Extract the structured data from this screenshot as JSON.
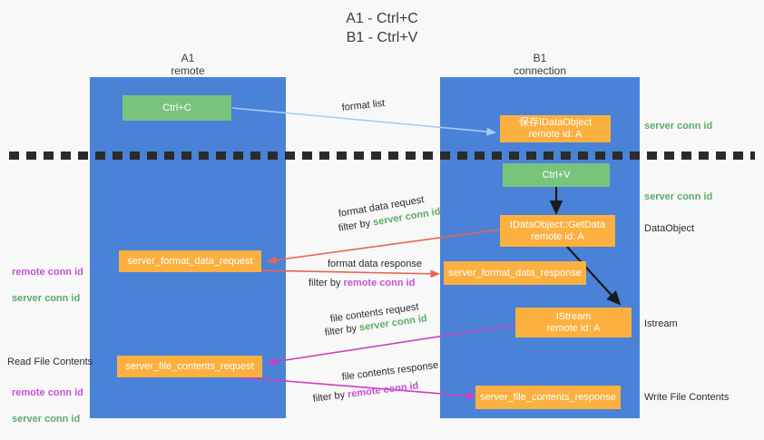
{
  "title": "A1 - Ctrl+C\nB1 - Ctrl+V",
  "colors": {
    "lane": "#4a82d8",
    "node_green": "#79c47d",
    "node_orange": "#fbb040",
    "server_conn": "#5bab68",
    "remote_conn": "#c452d6",
    "arrow_blue": "#a8cdf0",
    "arrow_red": "#e8654f",
    "arrow_magenta": "#cc3fbe",
    "arrow_black": "#1a1a1a",
    "background": "#f8f8f8",
    "divider": "#2b2b2b"
  },
  "columns": [
    {
      "id": "a1",
      "title": "A1",
      "subtitle": "remote",
      "header": "A1\nremote"
    },
    {
      "id": "b1",
      "title": "B1",
      "subtitle": "connection",
      "header": "B1\nconnection"
    }
  ],
  "nodes": {
    "ctrl_c": {
      "label": "Ctrl+C",
      "color": "green"
    },
    "save_idataobject": {
      "label": "保存IDataObject\nremote id: A",
      "color": "orange"
    },
    "ctrl_v": {
      "label": "Ctrl+V",
      "color": "green"
    },
    "idataobject_getdata": {
      "label": "IDataObject::GetData\nremote id: A",
      "color": "orange"
    },
    "istream": {
      "label": "IStream\nremote id: A",
      "color": "orange"
    },
    "format_data_request": {
      "label": "server_format_data_request",
      "color": "orange"
    },
    "format_data_response": {
      "label": "server_format_data_response",
      "color": "orange"
    },
    "file_contents_request": {
      "label": "server_file_contents_request",
      "color": "orange"
    },
    "file_contents_response": {
      "label": "server_file_contents_response",
      "color": "orange"
    }
  },
  "edge_labels": {
    "format_list": "format list",
    "format_data_request": "format data request",
    "format_data_response": "format data response",
    "file_contents_request": "file contents request",
    "file_contents_response": "file contents response",
    "filter_by": "filter by",
    "server_conn_id": "server conn id",
    "remote_conn_id": "remote conn id"
  },
  "right_annotations": [
    {
      "text": "server conn id",
      "kind": "server"
    },
    {
      "text": "server conn id",
      "kind": "server"
    },
    {
      "text": "DataObject",
      "kind": "plain"
    },
    {
      "text": "Istream",
      "kind": "plain"
    },
    {
      "text": "Write File Contents",
      "kind": "plain"
    }
  ],
  "left_annotations": {
    "conn_pair_top": "remote conn id\nserver conn id",
    "read_file_contents": "Read File Contents",
    "conn_pair_bottom": "remote conn id\nserver conn id",
    "remote_conn_id": "remote conn id",
    "server_conn_id": "server conn id"
  }
}
